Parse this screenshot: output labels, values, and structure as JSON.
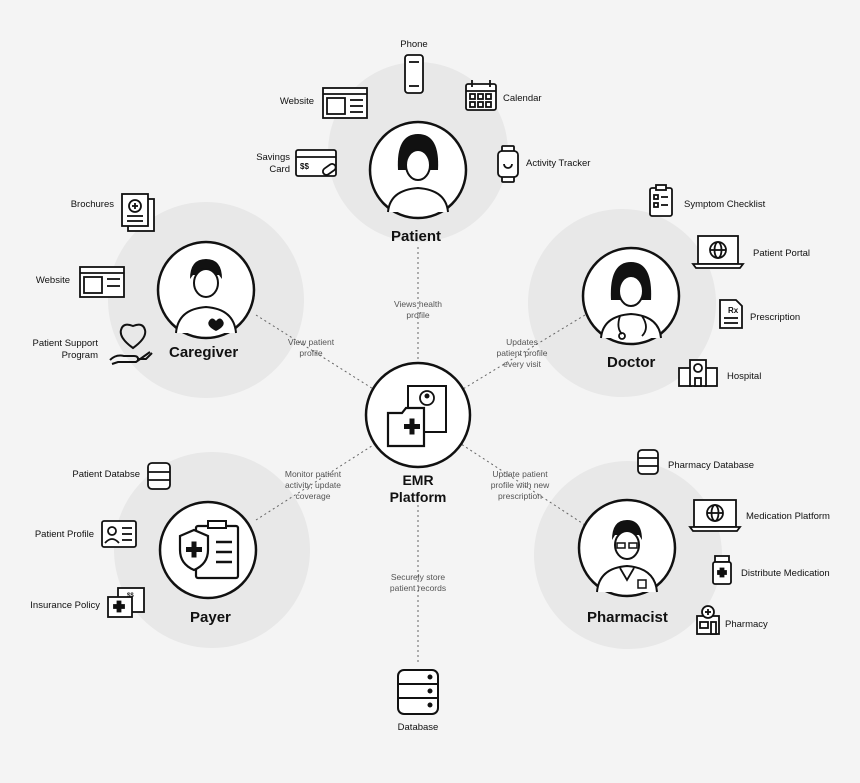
{
  "center": {
    "line1": "EMR",
    "line2": "Platform"
  },
  "roles": {
    "patient": "Patient",
    "caregiver": "Caregiver",
    "doctor": "Doctor",
    "payer": "Payer",
    "pharmacist": "Pharmacist"
  },
  "edges": {
    "patient": [
      "Views health",
      "profile"
    ],
    "caregiver": [
      "View patient",
      "profile"
    ],
    "doctor": [
      "Updates",
      "patient profile",
      "every visit"
    ],
    "payer": [
      "Monitor patient",
      "activity, update",
      "coverage"
    ],
    "pharmacist": [
      "Update patient",
      "profile with new",
      "prescription"
    ],
    "database": [
      "Securely store",
      "patient records"
    ]
  },
  "patient_items": {
    "phone": "Phone",
    "website": "Website",
    "calendar": "Calendar",
    "savings_card": [
      "Savings",
      "Card"
    ],
    "activity_tracker": "Activity Tracker"
  },
  "caregiver_items": {
    "brochures": "Brochures",
    "website": "Website",
    "support_program": [
      "Patient Support",
      "Program"
    ]
  },
  "doctor_items": {
    "symptom_checklist": "Symptom Checklist",
    "patient_portal": "Patient Portal",
    "prescription": "Prescription",
    "hospital": "Hospital"
  },
  "payer_items": {
    "patient_database": "Patient Databse",
    "patient_profile": "Patient Profile",
    "insurance_policy": "Insurance Policy"
  },
  "pharmacist_items": {
    "pharmacy_database": "Pharmacy Database",
    "medication_platform": "Medication Platform",
    "distribute_medication": "Distribute Medication",
    "pharmacy": "Pharmacy"
  },
  "database": {
    "label": "Database"
  },
  "icon_text": {
    "savings_card_glyph": "$$",
    "prescription_glyph": "Rx",
    "insurance_glyph": "$$"
  },
  "colors": {
    "halo": "#e9e9e9",
    "stroke": "#111111",
    "background": "#f4f4f4"
  }
}
